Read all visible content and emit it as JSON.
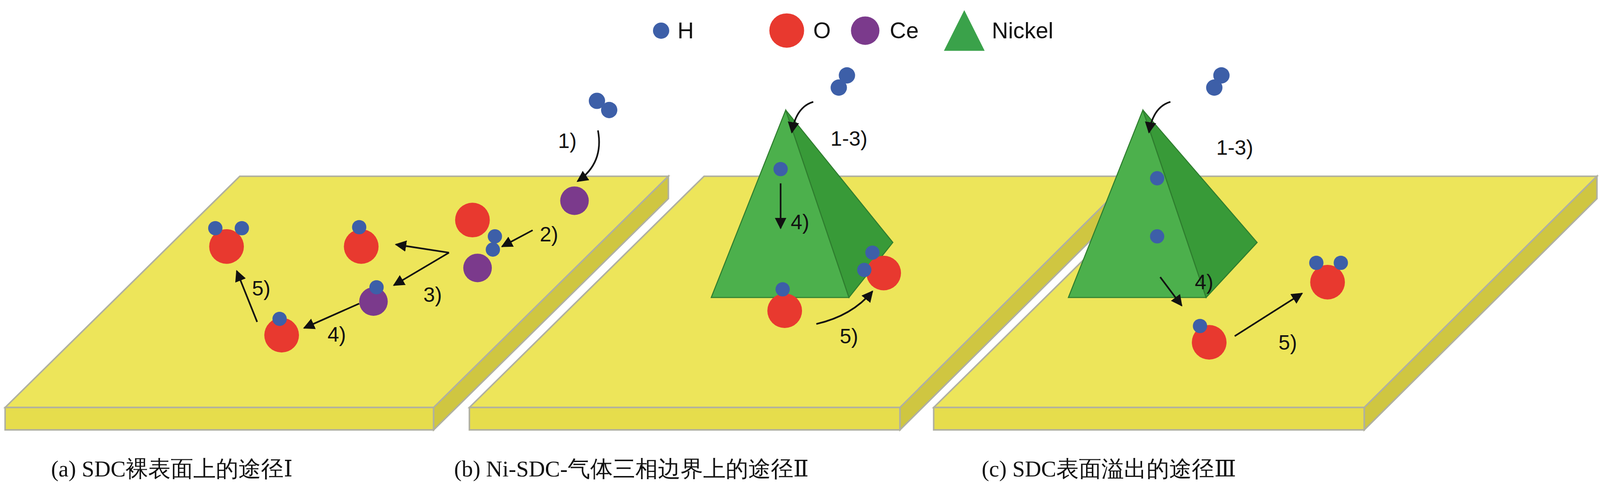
{
  "diagram": {
    "labels": [
      "1)",
      "2)",
      "3)",
      "4)",
      "5)",
      "1-3)",
      "4)",
      "5)",
      "1-3)",
      "4)",
      "5)",
      "(a) SDC裸表面上的途径Ⅰ",
      "(b) Ni-SDC-气体三相边界上的途径Ⅱ",
      "(c) SDC表面溢出的途径Ⅲ"
    ],
    "legend": [
      {
        "text": "H",
        "color": "#3d5fa8"
      },
      {
        "text": "O",
        "color": "#e8392f"
      },
      {
        "text": "Ce",
        "color": "#7b3a8c"
      },
      {
        "text": "Nickel",
        "color": "#3aa24a"
      }
    ]
  }
}
